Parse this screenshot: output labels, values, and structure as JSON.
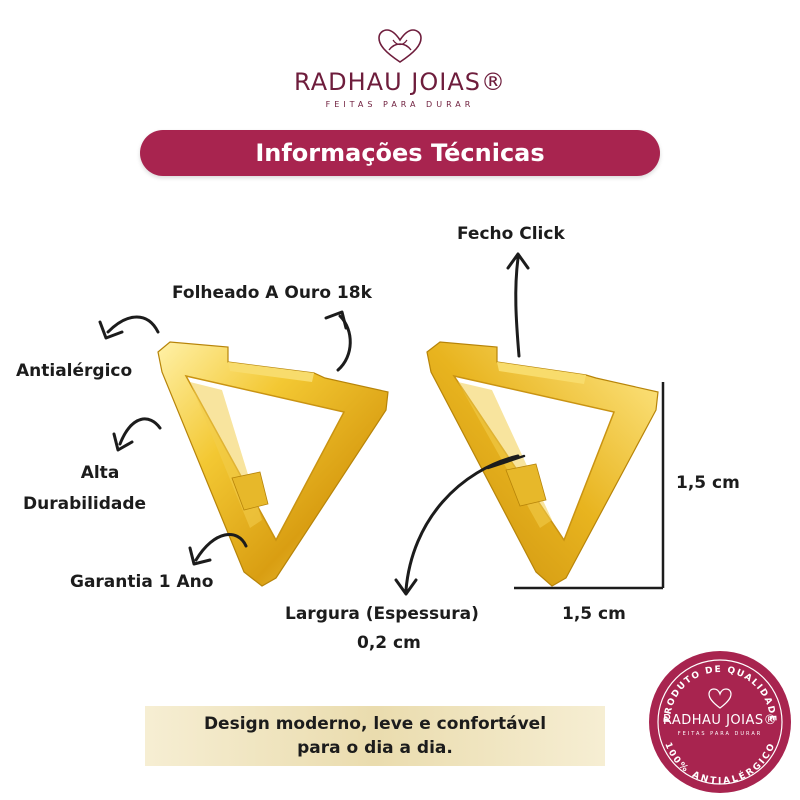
{
  "brand": {
    "name": "RADHAU JOIAS®",
    "tagline": "FEITAS PARA DURAR"
  },
  "title": "Informações Técnicas",
  "labels": {
    "fecho": "Fecho Click",
    "folheado": "Folheado A Ouro 18k",
    "antialergico": "Antialérgico",
    "alta": "Alta",
    "durabilidade": "Durabilidade",
    "garantia": "Garantia 1 Ano",
    "altura": "1,5 cm",
    "comprimento": "1,5 cm",
    "largura": "Largura (Espessura)",
    "espessura": "0,2 cm"
  },
  "bottom": {
    "line1": "Design moderno, leve e confortável",
    "line2": "para o dia a dia."
  },
  "seal": {
    "top_text": "PRODUTO DE QUALIDADE",
    "brand": "RADHAU JOIAS®",
    "tagline": "FEITAS PARA DURAR",
    "bottom_text": "100% ANTIALÉRGICO"
  },
  "colors": {
    "accent": "#a8244f",
    "gold": "#e8b923",
    "banner_bg": "#efe3bd"
  }
}
